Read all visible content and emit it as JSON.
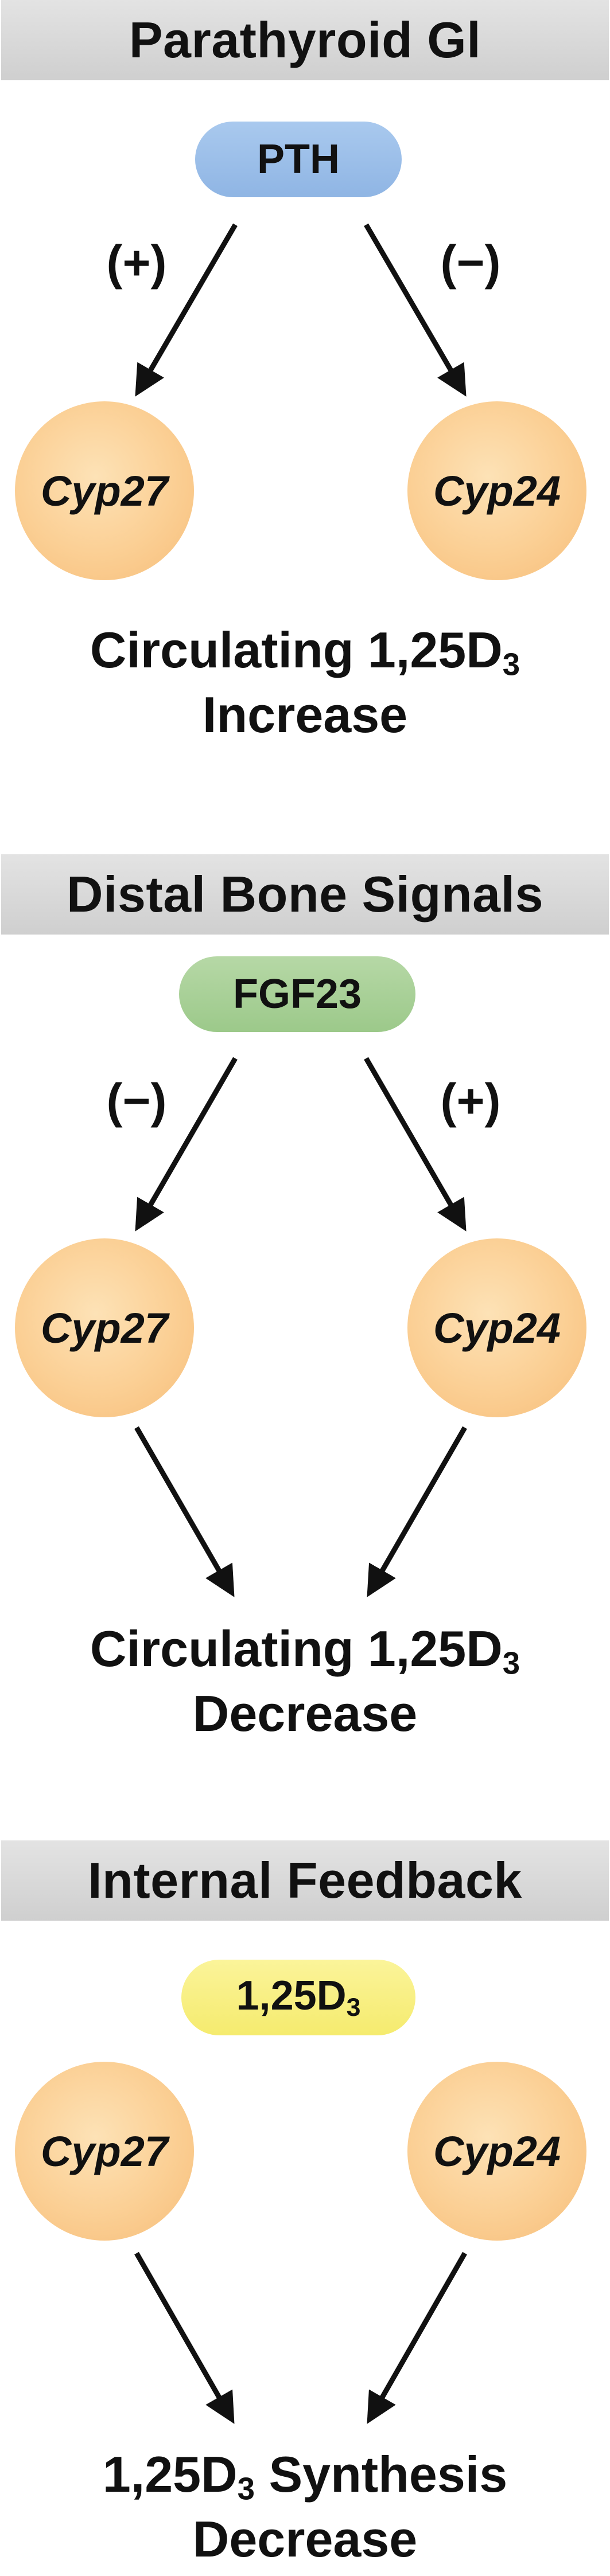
{
  "sections": [
    {
      "banner": "Parathyroid Gl",
      "signal": "PTH",
      "signal_color": "#9fc1ea",
      "left_sign": "(+)",
      "right_sign": "(−)",
      "left_enzyme": "Cyp27",
      "right_enzyme": "Cyp24",
      "result_line1_pre": "Circulating 1,25D",
      "result_line1_sub": "3",
      "result_line1_post": "",
      "result_line2": "Increase"
    },
    {
      "banner": "Distal Bone Signals",
      "signal": "FGF23",
      "signal_color": "#a9d198",
      "left_sign": "(−)",
      "right_sign": "(+)",
      "left_enzyme": "Cyp27",
      "right_enzyme": "Cyp24",
      "result_line1_pre": "Circulating 1,25D",
      "result_line1_sub": "3",
      "result_line1_post": "",
      "result_line2": "Decrease"
    },
    {
      "banner": "Internal Feedback",
      "signal_pre": "1,25D",
      "signal_sub": "3",
      "signal_color": "#f8ef80",
      "left_enzyme": "Cyp27",
      "right_enzyme": "Cyp24",
      "result_line1_pre": "1,25D",
      "result_line1_sub": "3",
      "result_line1_post": " Synthesis",
      "result_line2": "Decrease"
    }
  ]
}
